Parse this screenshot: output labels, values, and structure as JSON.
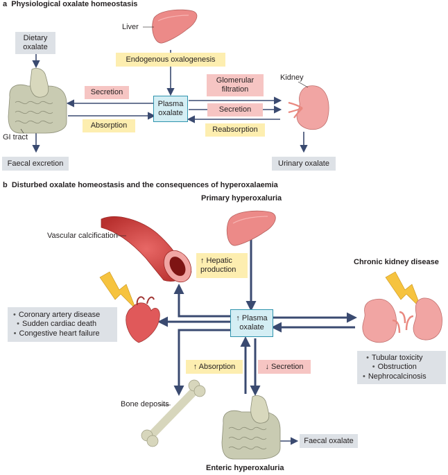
{
  "panel_a": {
    "letter": "a",
    "title": "Physiological oxalate homeostasis",
    "liver_label": "Liver",
    "endogenous": "Endogenous oxalogenesis",
    "dietary_oxalate": "Dietary oxalate",
    "secretion_left": "Secretion",
    "absorption": "Absorption",
    "plasma_oxalate": "Plasma oxalate",
    "glomerular_filtration": "Glomerular filtration",
    "secretion_right": "Secretion",
    "reabsorption": "Reabsorption",
    "kidney_label": "Kidney",
    "gi_tract": "GI tract",
    "faecal_excretion": "Faecal excretion",
    "urinary_oxalate": "Urinary oxalate"
  },
  "panel_b": {
    "letter": "b",
    "title": "Disturbed oxalate homeostasis and the consequences of hyperoxalaemia",
    "primary_hyperoxaluria": "Primary hyperoxaluria",
    "vascular_calcification": "Vascular calcification",
    "hepatic_production": "↑ Hepatic production",
    "chronic_kidney_disease": "Chronic kidney disease",
    "plasma_oxalate": "↑ Plasma oxalate",
    "cardiac_list": [
      "Coronary artery disease",
      "Sudden cardiac death",
      "Congestive heart failure"
    ],
    "kidney_list": [
      "Tubular toxicity",
      "Obstruction",
      "Nephrocalcinosis"
    ],
    "absorption": "↑ Absorption",
    "secretion": "↓ Secretion",
    "bone_deposits": "Bone deposits",
    "faecal_oxalate": "Faecal oxalate",
    "enteric_hyperoxaluria": "Enteric hyperoxaluria"
  },
  "colors": {
    "arrow": "#3a4a70",
    "liver": "#ec8a88",
    "kidney": "#f1a5a3",
    "stomach": "#d8d8bd",
    "intestine": "#c9cbb2",
    "vessel": "#cc3a38",
    "lightning": "#f6c33f",
    "bone": "#d7d6bc"
  }
}
